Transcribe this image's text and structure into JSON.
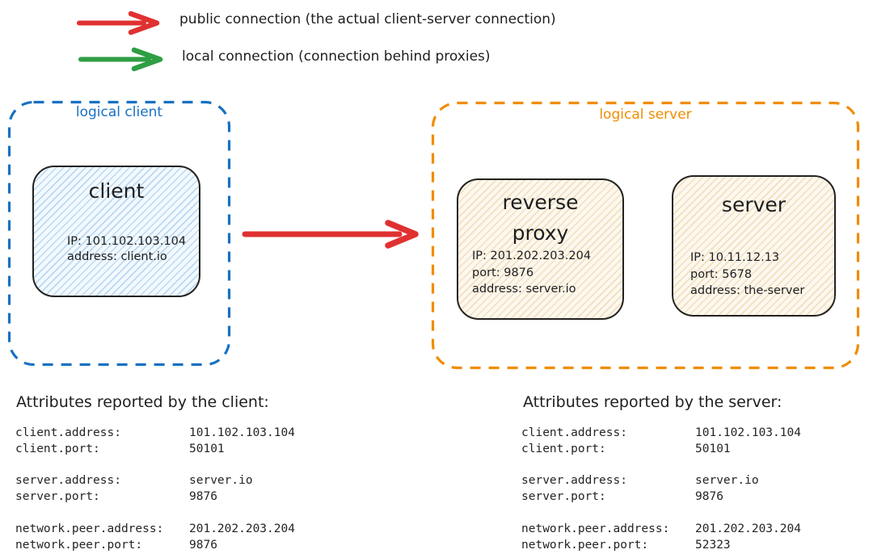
{
  "colors": {
    "public": "#e03131",
    "local": "#2f9e44",
    "client_accent": "#1971c2",
    "server_accent": "#f08c00",
    "ink": "#1e1e1e"
  },
  "legend": {
    "public": {
      "label": "public connection (the actual client-server connection)"
    },
    "local": {
      "label": "local connection (connection behind proxies)"
    }
  },
  "logical_client": {
    "label": "logical client",
    "client": {
      "title": "client",
      "attrs": [
        "IP: 101.102.103.104",
        "address: client.io"
      ]
    }
  },
  "logical_server": {
    "label": "logical server",
    "reverse_proxy": {
      "title": "reverse proxy",
      "attrs": [
        "IP: 201.202.203.204",
        "port: 9876",
        "address: server.io"
      ]
    },
    "server": {
      "title": "server",
      "attrs": [
        "IP: 10.11.12.13",
        "port: 5678",
        "address: the-server"
      ]
    }
  },
  "client_report": {
    "heading": "Attributes reported by the client:",
    "groups": [
      {
        "rows": [
          {
            "key": "client.address:",
            "value": "101.102.103.104"
          },
          {
            "key": "client.port:",
            "value": "50101"
          }
        ]
      },
      {
        "rows": [
          {
            "key": "server.address:",
            "value": "server.io"
          },
          {
            "key": "server.port:",
            "value": "9876"
          }
        ]
      },
      {
        "rows": [
          {
            "key": "network.peer.address:",
            "value": "201.202.203.204"
          },
          {
            "key": "network.peer.port:",
            "value": "9876"
          }
        ]
      }
    ]
  },
  "server_report": {
    "heading": "Attributes reported by the server:",
    "groups": [
      {
        "rows": [
          {
            "key": "client.address:",
            "value": "101.102.103.104"
          },
          {
            "key": "client.port:",
            "value": "50101"
          }
        ]
      },
      {
        "rows": [
          {
            "key": "server.address:",
            "value": "server.io"
          },
          {
            "key": "server.port:",
            "value": "9876"
          }
        ]
      },
      {
        "rows": [
          {
            "key": "network.peer.address:",
            "value": "201.202.203.204"
          },
          {
            "key": "network.peer.port:",
            "value": "52323"
          }
        ]
      }
    ]
  }
}
